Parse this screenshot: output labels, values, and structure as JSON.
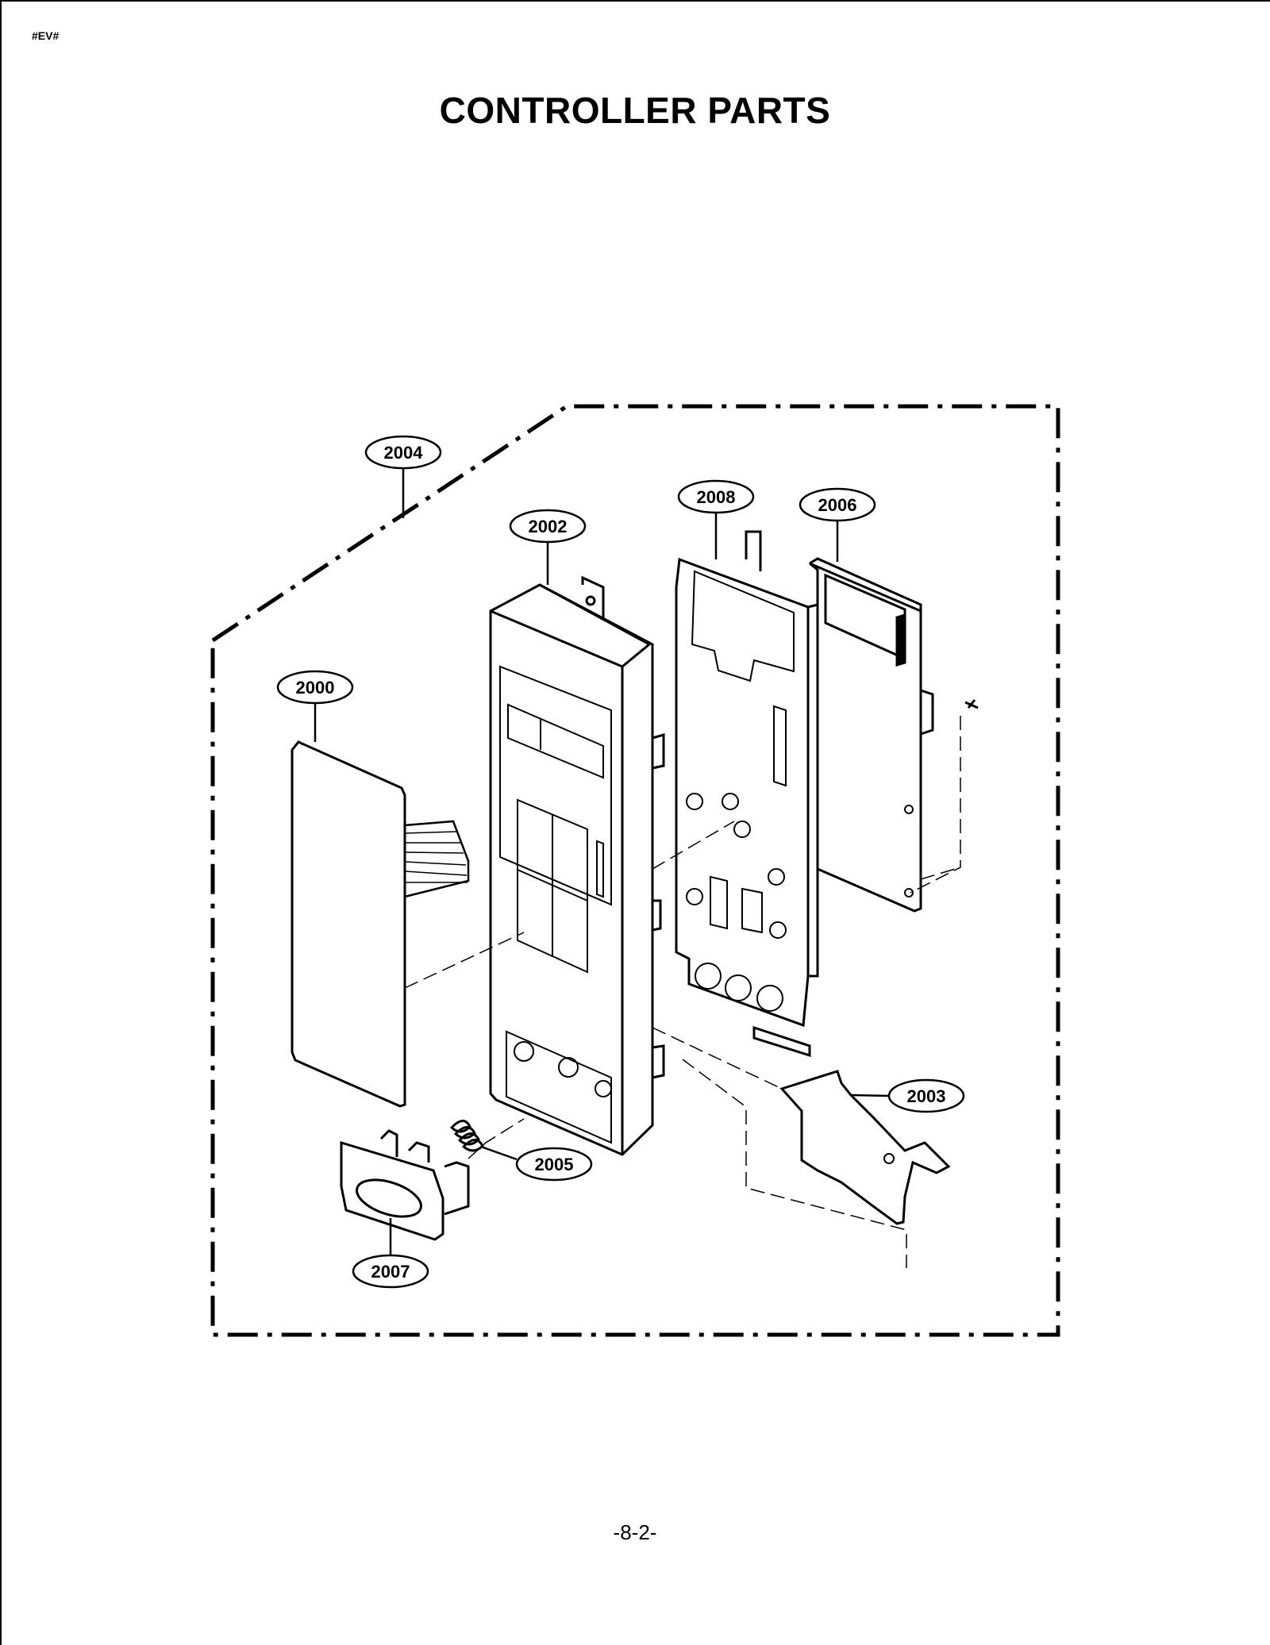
{
  "header": {
    "code": "#EV#"
  },
  "title": "CONTROLLER PARTS",
  "footer": {
    "page": "-8-2-"
  },
  "callouts": {
    "c2004": "2004",
    "c2002": "2002",
    "c2008": "2008",
    "c2006": "2006",
    "c2000": "2000",
    "c2003": "2003",
    "c2005": "2005",
    "c2007": "2007"
  }
}
